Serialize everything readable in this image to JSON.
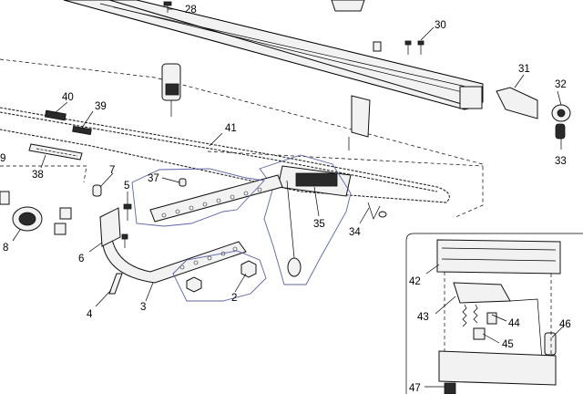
{
  "callouts": {
    "c2": "2",
    "c3": "3",
    "c4": "4",
    "c5": "5",
    "c6": "6",
    "c7": "7",
    "c8": "8",
    "c9": "9",
    "c28": "28",
    "c30": "30",
    "c31": "31",
    "c32": "32",
    "c33": "33",
    "c34": "34",
    "c35": "35",
    "c37": "37",
    "c38": "38",
    "c39": "39",
    "c40": "40",
    "c41": "41",
    "c42": "42",
    "c43": "43",
    "c44": "44",
    "c45": "45",
    "c46": "46",
    "c47": "47"
  }
}
